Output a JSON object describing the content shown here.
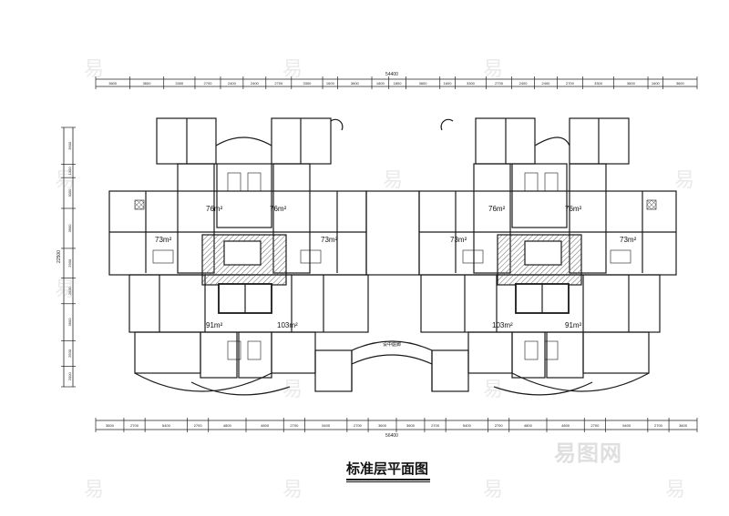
{
  "drawing_title": "标准层平面图",
  "watermark": {
    "glyph": "易",
    "logo_text": "易图网"
  },
  "dimensions": {
    "top_total": "54400",
    "top_segments": [
      "3600",
      "3600",
      "3300",
      "2700",
      "2400",
      "2400",
      "2700",
      "3300",
      "1600",
      "3600",
      "1800",
      "1800",
      "3600",
      "1600",
      "3300",
      "2700",
      "2400",
      "2400",
      "2700",
      "3300",
      "3600",
      "1600",
      "3600"
    ],
    "bottom_total": "56400",
    "bottom_segments": [
      "3600",
      "2700",
      "5400",
      "2700",
      "4800",
      "4800",
      "2700",
      "5400",
      "2700",
      "3600",
      "3600",
      "2700",
      "5400",
      "2700",
      "4800",
      "4800",
      "2700",
      "5400",
      "2700",
      "3600"
    ],
    "left_total": "22500",
    "left_segments": [
      "3600",
      "1300",
      "3000",
      "3900",
      "2900",
      "2500",
      "3600",
      "2500",
      "2000"
    ]
  },
  "units": [
    {
      "area": "76m²"
    },
    {
      "area": "76m²"
    },
    {
      "area": "73m²"
    },
    {
      "area": "73m²"
    },
    {
      "area": "91m²"
    },
    {
      "area": "103m²"
    },
    {
      "area": "76m²"
    },
    {
      "area": "76m²"
    },
    {
      "area": "73m²"
    },
    {
      "area": "73m²"
    },
    {
      "area": "103m²"
    },
    {
      "area": "91m²"
    }
  ],
  "center_label": "设中庭廊",
  "colors": {
    "line": "#1a1a1a",
    "hatch": "#555555",
    "background": "#ffffff"
  }
}
